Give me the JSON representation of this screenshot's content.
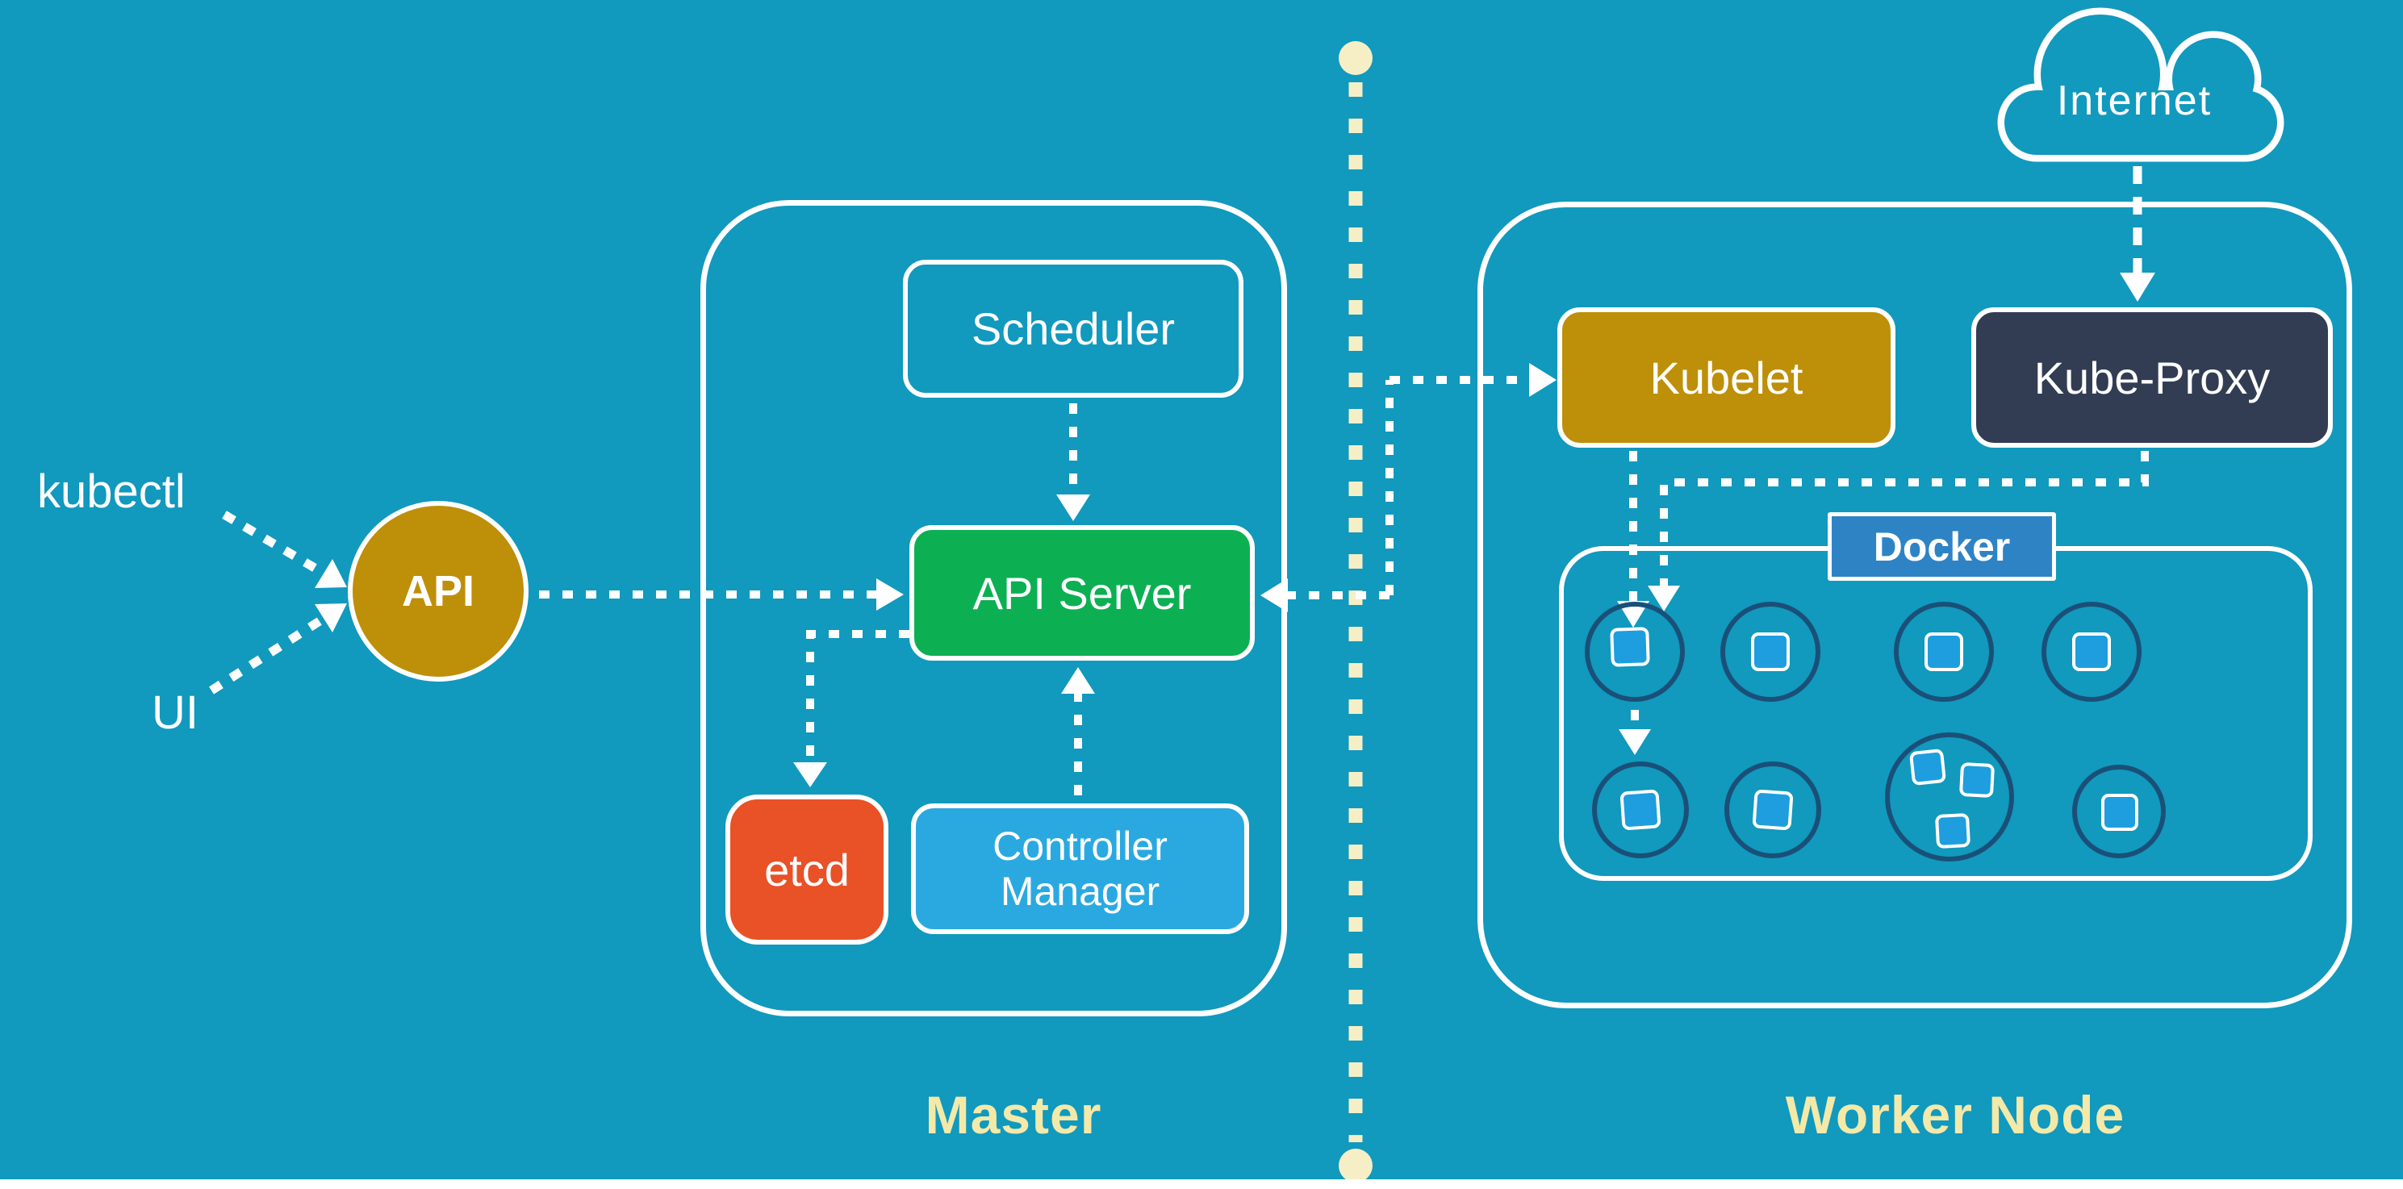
{
  "canvas": {
    "background": "#1199BE"
  },
  "colors": {
    "teal_background": "#1199BE",
    "gold": "#BE8F08",
    "green": "#0CB052",
    "orange": "#E95127",
    "light_blue": "#2AA9E1",
    "navy": "#323D54",
    "docker_blue": "#2E83C5",
    "pod_ring": "#1A5078",
    "container_square": "#1E9EDE",
    "divider_cream": "#F6EFC6",
    "section_label_cream": "#F3E9A9",
    "white": "#FFFFFF"
  },
  "external": {
    "kubectl_label": "kubectl",
    "ui_label": "UI",
    "api_label": "API",
    "internet_label": "Internet"
  },
  "master": {
    "section_label": "Master",
    "scheduler_label": "Scheduler",
    "api_server_label": "API Server",
    "etcd_label": "etcd",
    "controller_manager_label": "Controller Manager"
  },
  "worker": {
    "section_label": "Worker Node",
    "kubelet_label": "Kubelet",
    "kube_proxy_label": "Kube-Proxy",
    "docker_label": "Docker"
  }
}
